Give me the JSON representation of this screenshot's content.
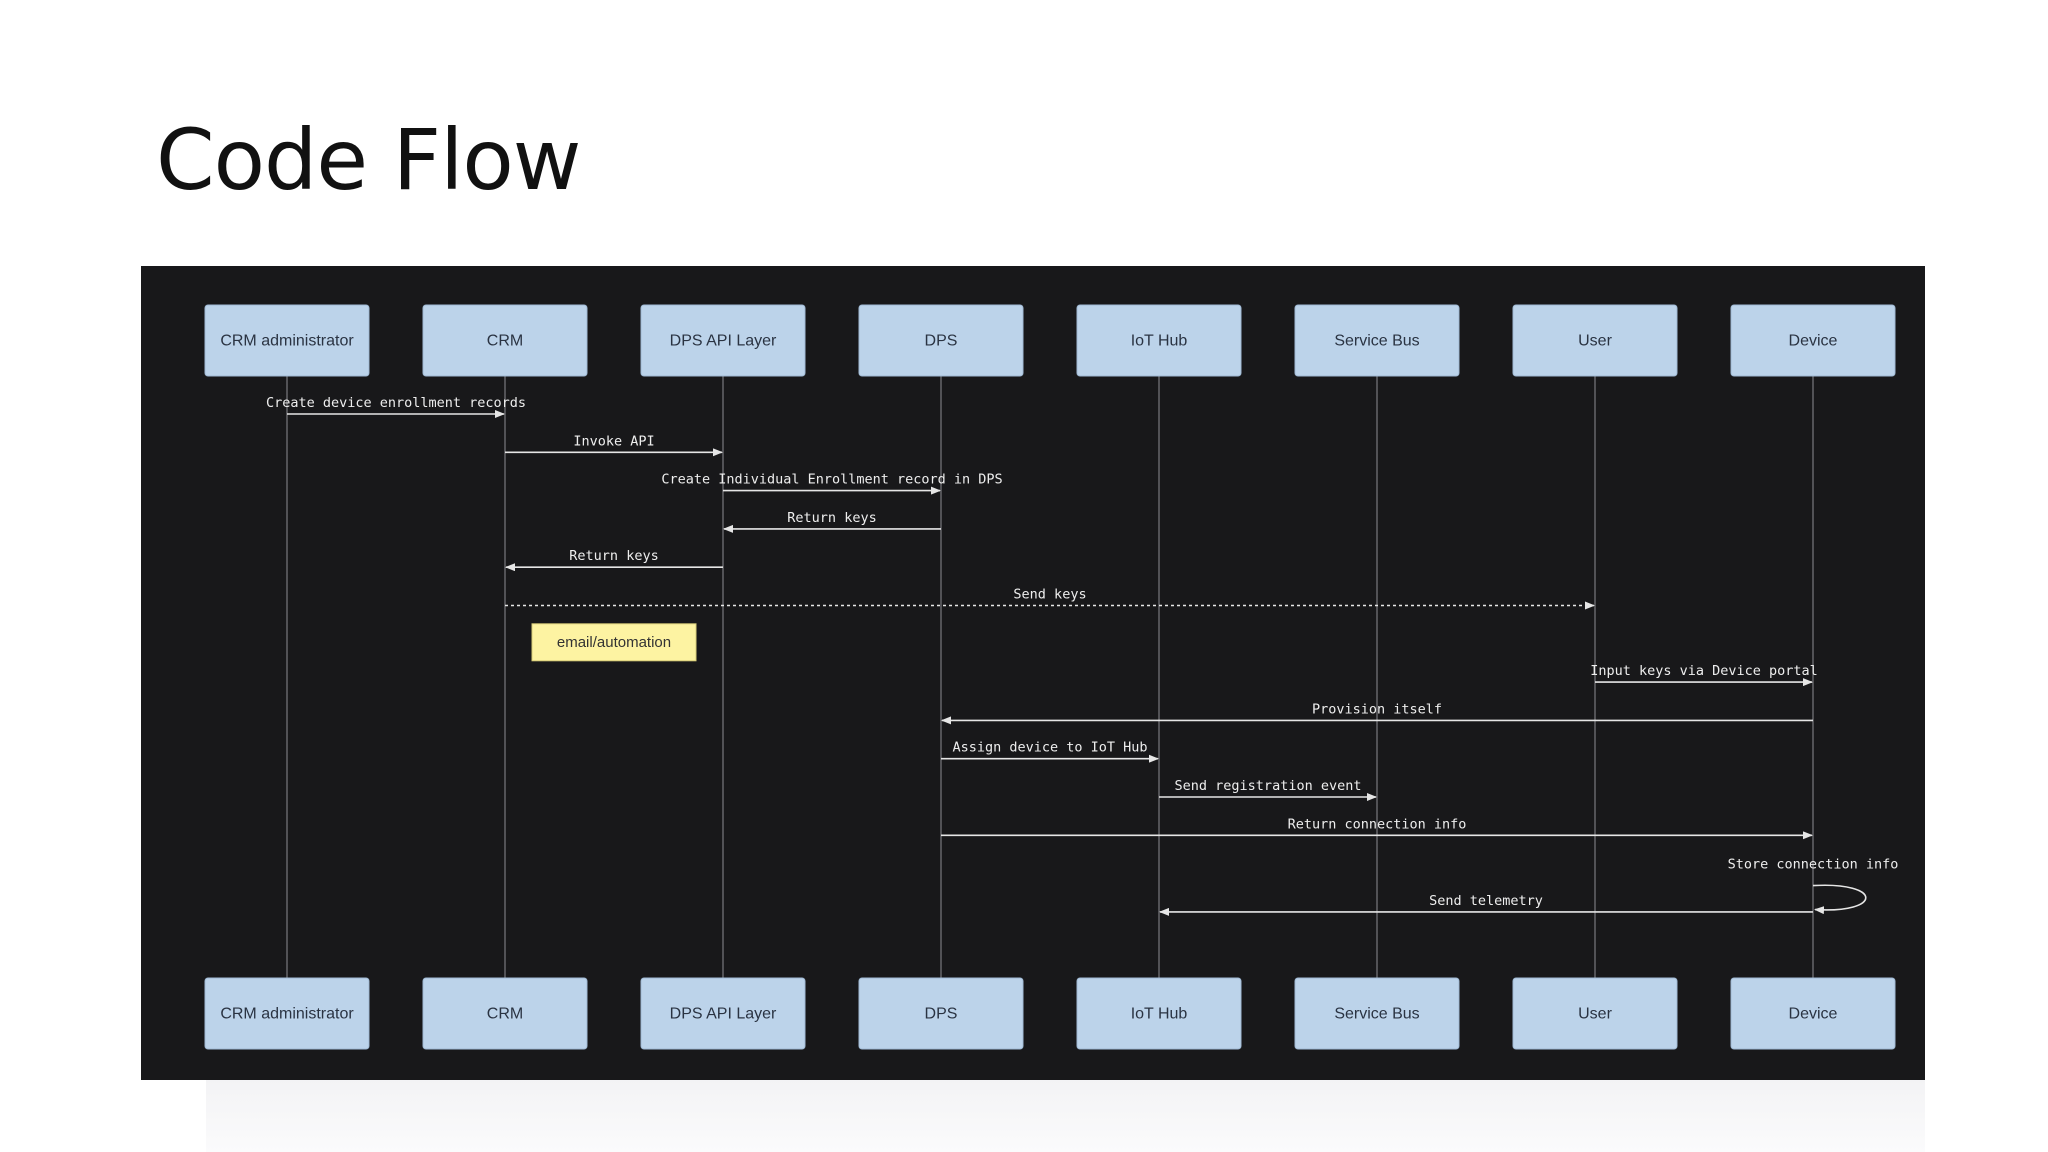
{
  "slide": {
    "title": "Code Flow"
  },
  "diagram": {
    "participants": [
      "CRM administrator",
      "CRM",
      "DPS API Layer",
      "DPS",
      "IoT Hub",
      "Service Bus",
      "User",
      "Device"
    ],
    "messages": [
      {
        "from": 0,
        "to": 1,
        "label": "Create device enrollment records",
        "style": "solid"
      },
      {
        "from": 1,
        "to": 2,
        "label": "Invoke API",
        "style": "solid"
      },
      {
        "from": 2,
        "to": 3,
        "label": "Create Individual Enrollment record in DPS",
        "style": "solid"
      },
      {
        "from": 3,
        "to": 2,
        "label": "Return keys",
        "style": "solid"
      },
      {
        "from": 2,
        "to": 1,
        "label": "Return keys",
        "style": "solid"
      },
      {
        "from": 1,
        "to": 6,
        "label": "Send keys",
        "style": "dotted"
      },
      {
        "note": "email/automation",
        "over": 1
      },
      {
        "from": 6,
        "to": 7,
        "label": "Input keys via Device portal",
        "style": "solid"
      },
      {
        "from": 7,
        "to": 3,
        "label": "Provision itself",
        "style": "solid"
      },
      {
        "from": 3,
        "to": 4,
        "label": "Assign device to IoT Hub",
        "style": "solid"
      },
      {
        "from": 4,
        "to": 5,
        "label": "Send registration event",
        "style": "solid"
      },
      {
        "from": 3,
        "to": 7,
        "label": "Return connection info",
        "style": "solid"
      },
      {
        "from": 7,
        "to": 7,
        "label": "Store connection info",
        "style": "self"
      },
      {
        "from": 7,
        "to": 4,
        "label": "Send telemetry",
        "style": "solid"
      }
    ],
    "colors": {
      "background": "#18181a",
      "participant_fill": "#bcd3ea",
      "note_fill": "#fdf3a2",
      "message_line": "#e6e6e6",
      "lifeline": "#6c6c70"
    }
  }
}
